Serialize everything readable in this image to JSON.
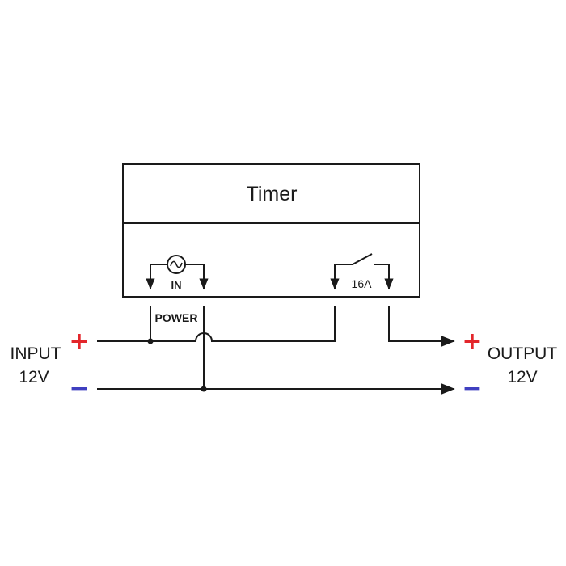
{
  "timer": {
    "title": "Timer",
    "power_input_label": "IN",
    "power_label": "POWER",
    "relay_rating": "16A"
  },
  "input": {
    "line1": "INPUT",
    "line2": "12V",
    "plus": "+",
    "minus": "−"
  },
  "output": {
    "line1": "OUTPUT",
    "line2": "12V",
    "plus": "+",
    "minus": "−"
  },
  "colors": {
    "positive": "#e3262b",
    "negative": "#3f3fc0",
    "line": "#1a1a1a"
  },
  "icons": {
    "ac_symbol": "ac-sine-icon",
    "relay": "relay-switch-icon"
  }
}
